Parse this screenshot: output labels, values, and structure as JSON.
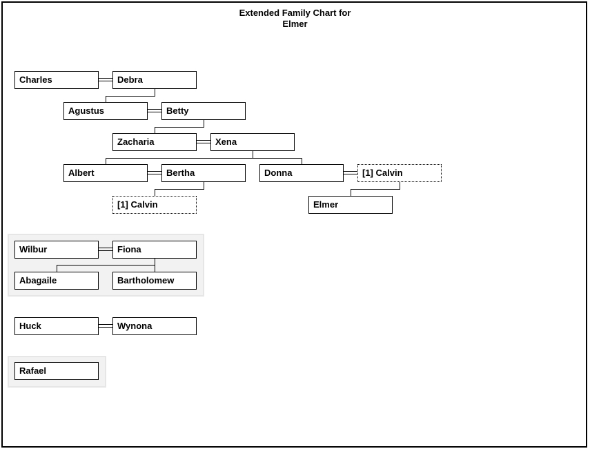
{
  "title": {
    "line1": "Extended Family Chart for",
    "line2": "Elmer"
  },
  "people": {
    "charles": "Charles",
    "debra": "Debra",
    "agustus": "Agustus",
    "betty": "Betty",
    "zacharia": "Zacharia",
    "xena": "Xena",
    "albert": "Albert",
    "bertha": "Bertha",
    "donna": "Donna",
    "calvin_ref_right": "[1] Calvin",
    "calvin_ref_left": "[1] Calvin",
    "elmer": "Elmer",
    "wilbur": "Wilbur",
    "fiona": "Fiona",
    "abagaile": "Abagaile",
    "bartholomew": "Bartholomew",
    "huck": "Huck",
    "wynona": "Wynona",
    "rafael": "Rafael"
  },
  "colors": {
    "line": "#000000",
    "box_fill": "#ffffff",
    "group_fill": "#f2f2f2"
  }
}
